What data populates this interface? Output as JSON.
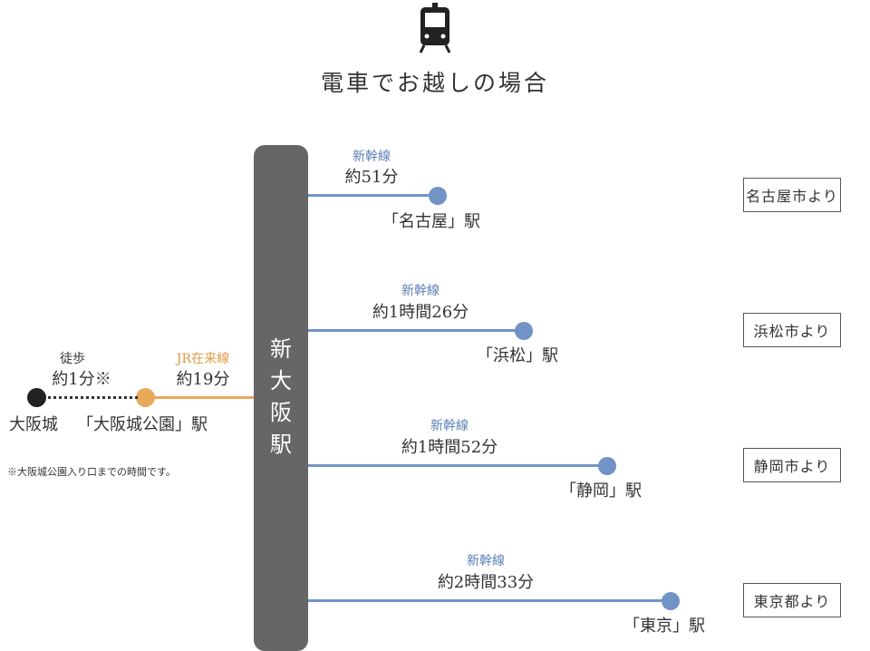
{
  "header": {
    "icon": "train-icon",
    "title": "電車でお越しの場合"
  },
  "hub": {
    "label": "新大阪駅"
  },
  "routes": [
    {
      "line": "新幹線",
      "time": "約51分",
      "station": "「名古屋」駅",
      "origin": "名古屋市より"
    },
    {
      "line": "新幹線",
      "time": "約1時間26分",
      "station": "「浜松」駅",
      "origin": "浜松市より"
    },
    {
      "line": "新幹線",
      "time": "約1時間52分",
      "station": "「静岡」駅",
      "origin": "静岡市より"
    },
    {
      "line": "新幹線",
      "time": "約2時間33分",
      "station": "「東京」駅",
      "origin": "東京都より"
    }
  ],
  "local": {
    "jr_line": "JR在来線",
    "jr_time": "約19分",
    "walk_label": "徒歩",
    "walk_time": "約1分※",
    "destination": "大阪城",
    "station": "「大阪城公園」駅",
    "note": "※大阪城公園入り口までの時間です。"
  },
  "colors": {
    "shinkansen": "#7193c6",
    "jr": "#e8a85a",
    "trunk": "#666666"
  }
}
